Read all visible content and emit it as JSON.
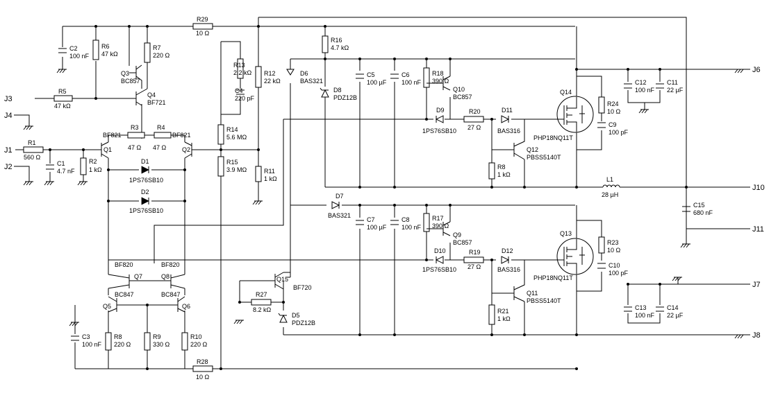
{
  "ports": {
    "j1": "J1",
    "j2": "J2",
    "j3": "J3",
    "j4": "J4",
    "j6": "J6",
    "j7": "J7",
    "j8": "J8",
    "j10": "J10",
    "j11": "J11"
  },
  "resistors": {
    "r1": {
      "ref": "R1",
      "value": "560 Ω"
    },
    "r2": {
      "ref": "R2",
      "value": "1 kΩ"
    },
    "r3": {
      "ref": "R3",
      "value": "47 Ω"
    },
    "r4": {
      "ref": "R4",
      "value": "47 Ω"
    },
    "r5": {
      "ref": "R5",
      "value": "47 kΩ"
    },
    "r6": {
      "ref": "R6",
      "value": "47 kΩ"
    },
    "r7": {
      "ref": "R7",
      "value": "220 Ω"
    },
    "r8a": {
      "ref": "R8",
      "value": "1 kΩ"
    },
    "r8b": {
      "ref": "R8",
      "value": "220 Ω"
    },
    "r9": {
      "ref": "R9",
      "value": "330 Ω"
    },
    "r10": {
      "ref": "R10",
      "value": "220 Ω"
    },
    "r11": {
      "ref": "R11",
      "value": "1 kΩ"
    },
    "r12": {
      "ref": "R12",
      "value": "22 kΩ"
    },
    "r13": {
      "ref": "R13",
      "value": "2.2 kΩ"
    },
    "r14": {
      "ref": "R14",
      "value": "5.6 MΩ"
    },
    "r15": {
      "ref": "R15",
      "value": "3.9 MΩ"
    },
    "r16": {
      "ref": "R16",
      "value": "4.7 kΩ"
    },
    "r17": {
      "ref": "R17",
      "value": "390 Ω"
    },
    "r18": {
      "ref": "R18",
      "value": "390 Ω"
    },
    "r19": {
      "ref": "R19",
      "value": "27 Ω"
    },
    "r20": {
      "ref": "R20",
      "value": "27 Ω"
    },
    "r21": {
      "ref": "R21",
      "value": "1 kΩ"
    },
    "r23": {
      "ref": "R23",
      "value": "10 Ω"
    },
    "r24": {
      "ref": "R24",
      "value": "10 Ω"
    },
    "r27": {
      "ref": "R27",
      "value": "8.2 kΩ"
    },
    "r28": {
      "ref": "R28",
      "value": "10 Ω"
    },
    "r29": {
      "ref": "R29",
      "value": "10 Ω"
    }
  },
  "capacitors": {
    "c1": {
      "ref": "C1",
      "value": "4.7 nF"
    },
    "c2": {
      "ref": "C2",
      "value": "100 nF"
    },
    "c3": {
      "ref": "C3",
      "value": "100 nF"
    },
    "c4": {
      "ref": "C4",
      "value": "220 pF"
    },
    "c5": {
      "ref": "C5",
      "value": "100 µF"
    },
    "c6": {
      "ref": "C6",
      "value": "100 nF"
    },
    "c7": {
      "ref": "C7",
      "value": "100 µF"
    },
    "c8": {
      "ref": "C8",
      "value": "100 nF"
    },
    "c9": {
      "ref": "C9",
      "value": "100 pF"
    },
    "c10": {
      "ref": "C10",
      "value": "100 pF"
    },
    "c11": {
      "ref": "C11",
      "value": "22 µF"
    },
    "c12": {
      "ref": "C12",
      "value": "100 nF"
    },
    "c13": {
      "ref": "C13",
      "value": "100 nF"
    },
    "c14": {
      "ref": "C14",
      "value": "22 µF"
    },
    "c15": {
      "ref": "C15",
      "value": "680 nF"
    }
  },
  "diodes": {
    "d1": {
      "ref": "D1",
      "value": "1PS76SB10"
    },
    "d2": {
      "ref": "D2",
      "value": "1PS76SB10"
    },
    "d5": {
      "ref": "D5",
      "value": "PDZ12B"
    },
    "d6": {
      "ref": "D6",
      "value": "BAS321"
    },
    "d7": {
      "ref": "D7",
      "value": "BAS321"
    },
    "d8": {
      "ref": "D8",
      "value": "PDZ12B"
    },
    "d9": {
      "ref": "D9",
      "value": "1PS76SB10"
    },
    "d10": {
      "ref": "D10",
      "value": "1PS76SB10"
    },
    "d11": {
      "ref": "D11",
      "value": "BAS316"
    },
    "d12": {
      "ref": "D12",
      "value": "BAS316"
    }
  },
  "transistors": {
    "q1": {
      "ref": "Q1",
      "value": "BF821"
    },
    "q2": {
      "ref": "Q2",
      "value": "BF821"
    },
    "q3": {
      "ref": "Q3",
      "value": "BC857"
    },
    "q4": {
      "ref": "Q4",
      "value": "BF721"
    },
    "q5": {
      "ref": "Q5",
      "value": "BC847"
    },
    "q6": {
      "ref": "Q6",
      "value": "BC847"
    },
    "q7": {
      "ref": "Q7",
      "value": "BF820"
    },
    "q8": {
      "ref": "Q8",
      "value": "BF820"
    },
    "q9": {
      "ref": "Q9",
      "value": "BC857"
    },
    "q10": {
      "ref": "Q10",
      "value": "BC857"
    },
    "q11": {
      "ref": "Q11",
      "value": "PBSS5140T"
    },
    "q12": {
      "ref": "Q12",
      "value": "PBSS5140T"
    },
    "q13": {
      "ref": "Q13",
      "value": "PHP18NQ11T"
    },
    "q14": {
      "ref": "Q14",
      "value": "PHP18NQ11T"
    },
    "q15": {
      "ref": "Q15",
      "value": "BF720"
    }
  },
  "inductors": {
    "l1": {
      "ref": "L1",
      "value": "28 µH"
    }
  }
}
